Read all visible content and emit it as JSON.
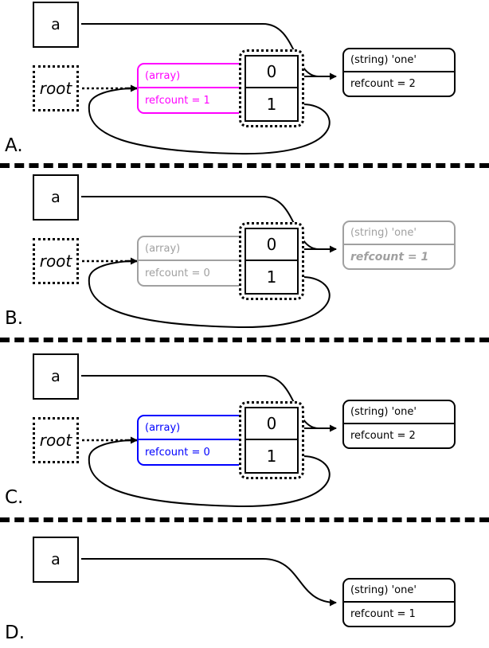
{
  "diagram": {
    "title": "PHP reference counting / garbage collection states",
    "colors": {
      "black": "#000000",
      "magenta": "#ff00ff",
      "blue": "#0000ff",
      "gray": "#a0a0a0",
      "white": "#ffffff"
    },
    "separator_style": "thick black dashed horizontal rule"
  },
  "labels": {
    "variable": "a",
    "root": "root"
  },
  "panels": [
    {
      "id": "A",
      "letter": "A.",
      "variable_label": "a",
      "root_label": "root",
      "has_root": true,
      "array": {
        "type_label": "(array)",
        "refcount_label": "refcount = 1",
        "color": "#ff00ff",
        "state": "magenta"
      },
      "indices": [
        "0",
        "1"
      ],
      "string": {
        "type_label": "(string) 'one'",
        "refcount_label": "refcount = 2",
        "color": "#000000",
        "state": "normal"
      }
    },
    {
      "id": "B",
      "letter": "B.",
      "variable_label": "a",
      "root_label": "root",
      "has_root": true,
      "array": {
        "type_label": "(array)",
        "refcount_label": "refcount = 0",
        "color": "#a0a0a0",
        "state": "gray"
      },
      "indices": [
        "0",
        "1"
      ],
      "string": {
        "type_label": "(string) 'one'",
        "refcount_label": "refcount = 1",
        "color": "#a0a0a0",
        "state": "gray-dead"
      }
    },
    {
      "id": "C",
      "letter": "C.",
      "variable_label": "a",
      "root_label": "root",
      "has_root": true,
      "array": {
        "type_label": "(array)",
        "refcount_label": "refcount = 0",
        "color": "#0000ff",
        "state": "blue"
      },
      "indices": [
        "0",
        "1"
      ],
      "string": {
        "type_label": "(string) 'one'",
        "refcount_label": "refcount = 2",
        "color": "#000000",
        "state": "normal"
      }
    },
    {
      "id": "D",
      "letter": "D.",
      "variable_label": "a",
      "root_label": null,
      "has_root": false,
      "array": null,
      "indices": [],
      "string": {
        "type_label": "(string) 'one'",
        "refcount_label": "refcount = 1",
        "color": "#000000",
        "state": "normal"
      }
    }
  ]
}
